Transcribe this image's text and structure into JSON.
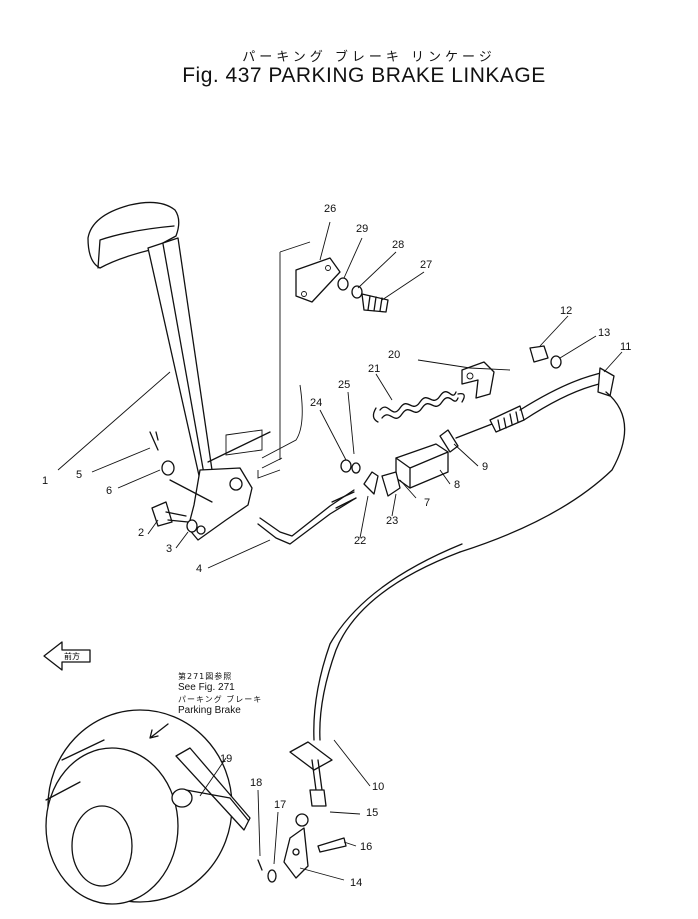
{
  "title_jp": "パーキング ブレーキ リンケージ",
  "title": "Fig. 437 PARKING BRAKE LINKAGE",
  "reference": {
    "jp_line": "第271図参照",
    "see_line": "See Fig. 271",
    "jp_sub": "パーキング ブレーキ",
    "name": "Parking Brake"
  },
  "front_label": "前方",
  "callouts": {
    "c1": "1",
    "c2": "2",
    "c3": "3",
    "c4": "4",
    "c5": "5",
    "c6": "6",
    "c7": "7",
    "c8": "8",
    "c9": "9",
    "c10": "10",
    "c11": "11",
    "c12": "12",
    "c13": "13",
    "c14": "14",
    "c15": "15",
    "c16": "16",
    "c17": "17",
    "c18": "18",
    "c19": "19",
    "c20": "20",
    "c21": "21",
    "c22": "22",
    "c23": "23",
    "c24": "24",
    "c25": "25",
    "c26": "26",
    "c27": "27",
    "c28": "28",
    "c29": "29"
  }
}
